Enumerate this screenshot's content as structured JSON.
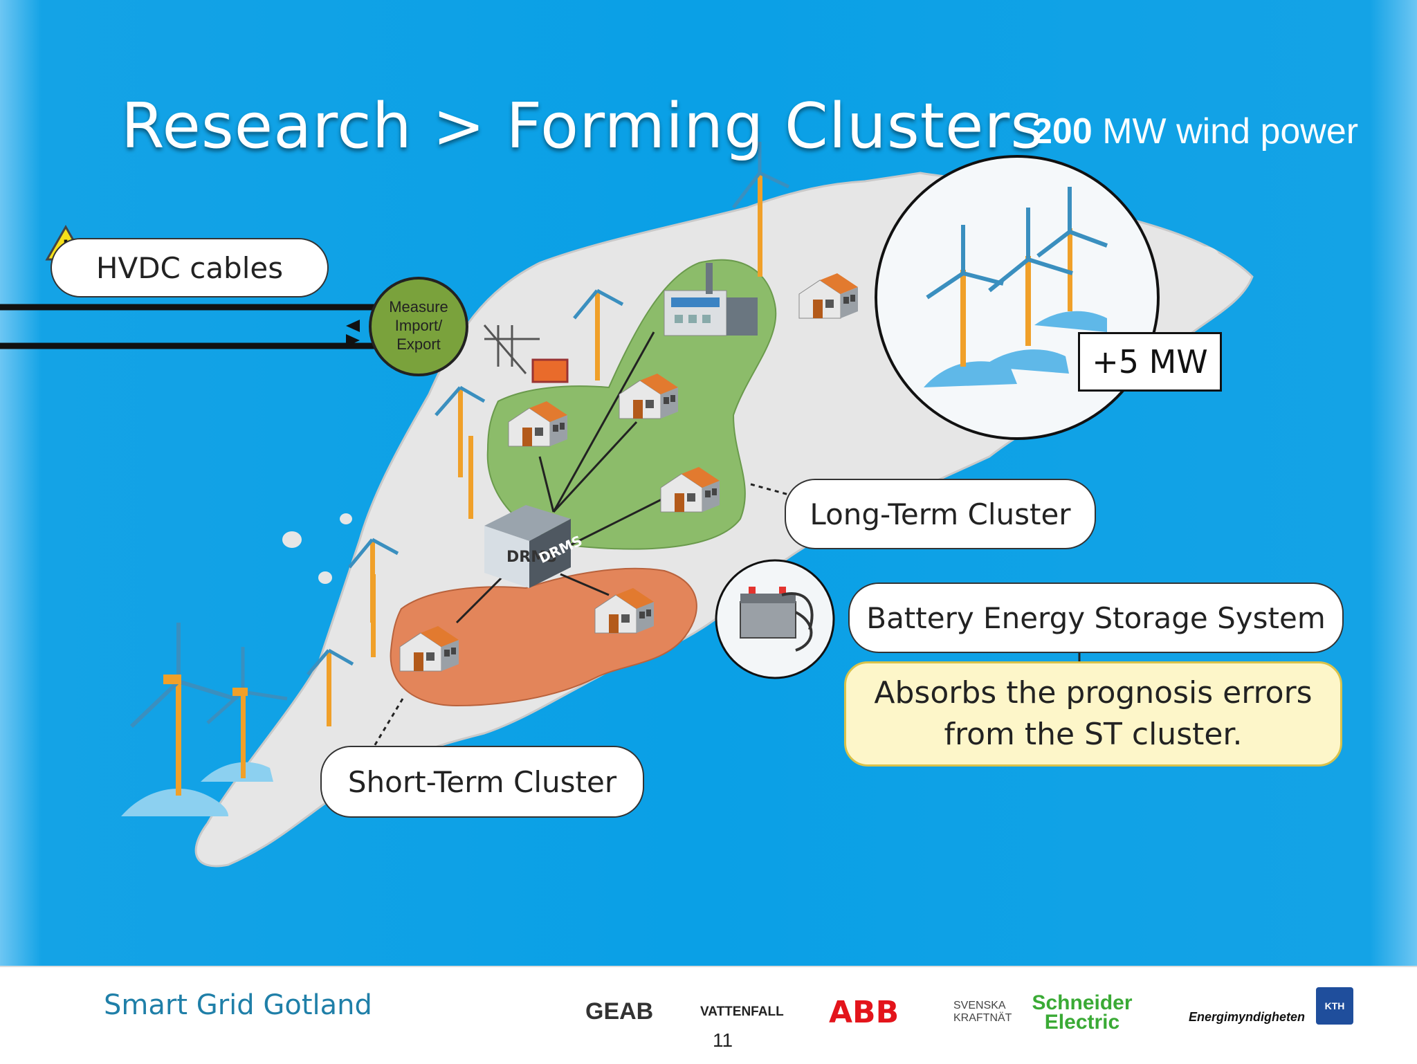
{
  "title": "Research > Forming Clusters",
  "wind_power": {
    "value": "200",
    "unit": "MW wind power"
  },
  "labels": {
    "hvdc": "HVDC cables",
    "measure": [
      "Measure",
      "Import/",
      "Export"
    ],
    "plus_mw": "+5 MW",
    "long_term": "Long-Term Cluster",
    "short_term": "Short-Term Cluster",
    "battery": "Battery Energy Storage System",
    "absorbs_line1": "Absorbs the prognosis errors",
    "absorbs_line2": "from the ST cluster.",
    "drms": "DRMS"
  },
  "footer": {
    "brand": "Smart Grid Gotland",
    "page_number": "11",
    "logos": [
      "GEAB",
      "VATTENFALL",
      "ABB",
      "SVENSKA KRAFTNÄT",
      "Schneider Electric",
      "Energimyndigheten",
      "KTH"
    ]
  },
  "colors": {
    "sea": "#0aa0e6",
    "island": "#e6e6e6",
    "long_term_cluster": "#8cbc6a",
    "short_term_cluster": "#e3855a",
    "measure_circle": "#7aa23c",
    "callout_yellow": "#fdf6c9"
  }
}
